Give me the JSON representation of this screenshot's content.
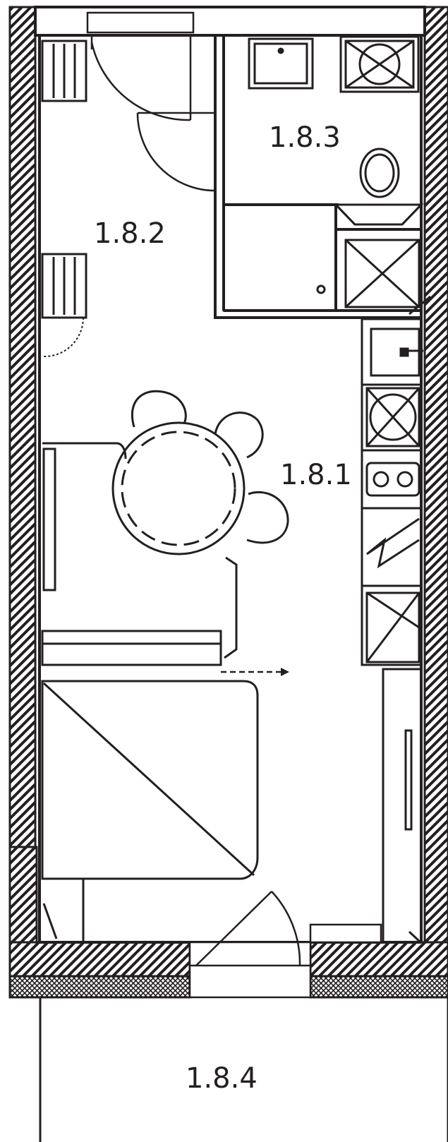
{
  "rooms": [
    {
      "id": "1.8.1",
      "label": "1.8.1"
    },
    {
      "id": "1.8.2",
      "label": "1.8.2"
    },
    {
      "id": "1.8.3",
      "label": "1.8.3"
    },
    {
      "id": "1.8.4",
      "label": "1.8.4"
    }
  ],
  "colors": {
    "ink": "#231f20",
    "paper": "#ffffff"
  }
}
